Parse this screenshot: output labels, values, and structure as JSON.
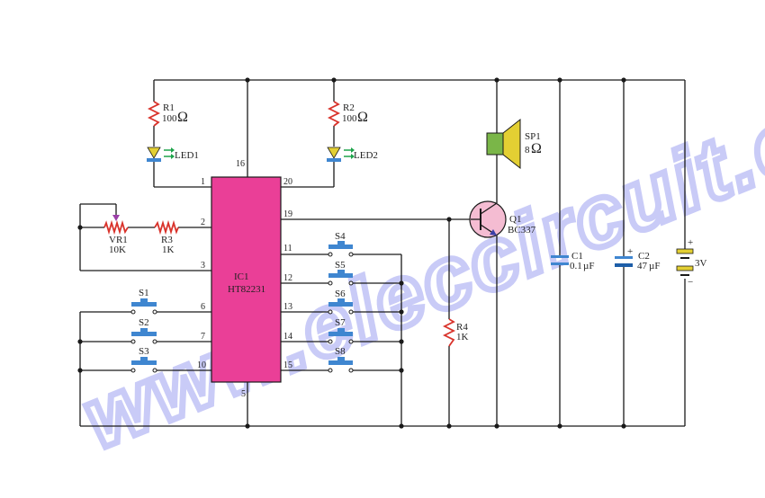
{
  "watermark": "www.eleccircuit.com",
  "colors": {
    "ic_fill": "#ea3f97",
    "resistor": "#d9332b",
    "led_body": "#e3cf33",
    "led_arrows": "#1da34a",
    "switch_cap": "#3f86d0",
    "speaker_coil": "#7ab648",
    "speaker_cone": "#e3cf33",
    "transistor_body": "#f4bcd2",
    "capacitor": "#3f86d0",
    "battery": "#e3cf33",
    "watermark": "#c9cbf7"
  },
  "ic": {
    "ref": "IC1",
    "part": "HT82231"
  },
  "pins": {
    "p1": "1",
    "p2": "2",
    "p3": "3",
    "p5": "5",
    "p6": "6",
    "p7": "7",
    "p10": "10",
    "p11": "11",
    "p12": "12",
    "p13": "13",
    "p14": "14",
    "p15": "15",
    "p16": "16",
    "p19": "19",
    "p20": "20"
  },
  "r1": {
    "ref": "R1",
    "value": "100",
    "unit": "Ω"
  },
  "r2": {
    "ref": "R2",
    "value": "100",
    "unit": "Ω"
  },
  "r3": {
    "ref": "R3",
    "value": "1K"
  },
  "r4": {
    "ref": "R4",
    "value": "1K"
  },
  "vr1": {
    "ref": "VR1",
    "value": "10K"
  },
  "led1": {
    "ref": "LED1"
  },
  "led2": {
    "ref": "LED2"
  },
  "switches": [
    "S1",
    "S2",
    "S3",
    "S4",
    "S5",
    "S6",
    "S7",
    "S8"
  ],
  "q1": {
    "ref": "Q1",
    "part": "BC337"
  },
  "sp1": {
    "ref": "SP1",
    "value": "8",
    "unit": "Ω"
  },
  "c1": {
    "ref": "C1",
    "value": "0.1",
    "unit": "µF"
  },
  "c2": {
    "ref": "C2",
    "value": "47",
    "unit": "µF",
    "plus": "+"
  },
  "battery": {
    "voltage": "3V",
    "plus": "+",
    "minus": "−"
  }
}
